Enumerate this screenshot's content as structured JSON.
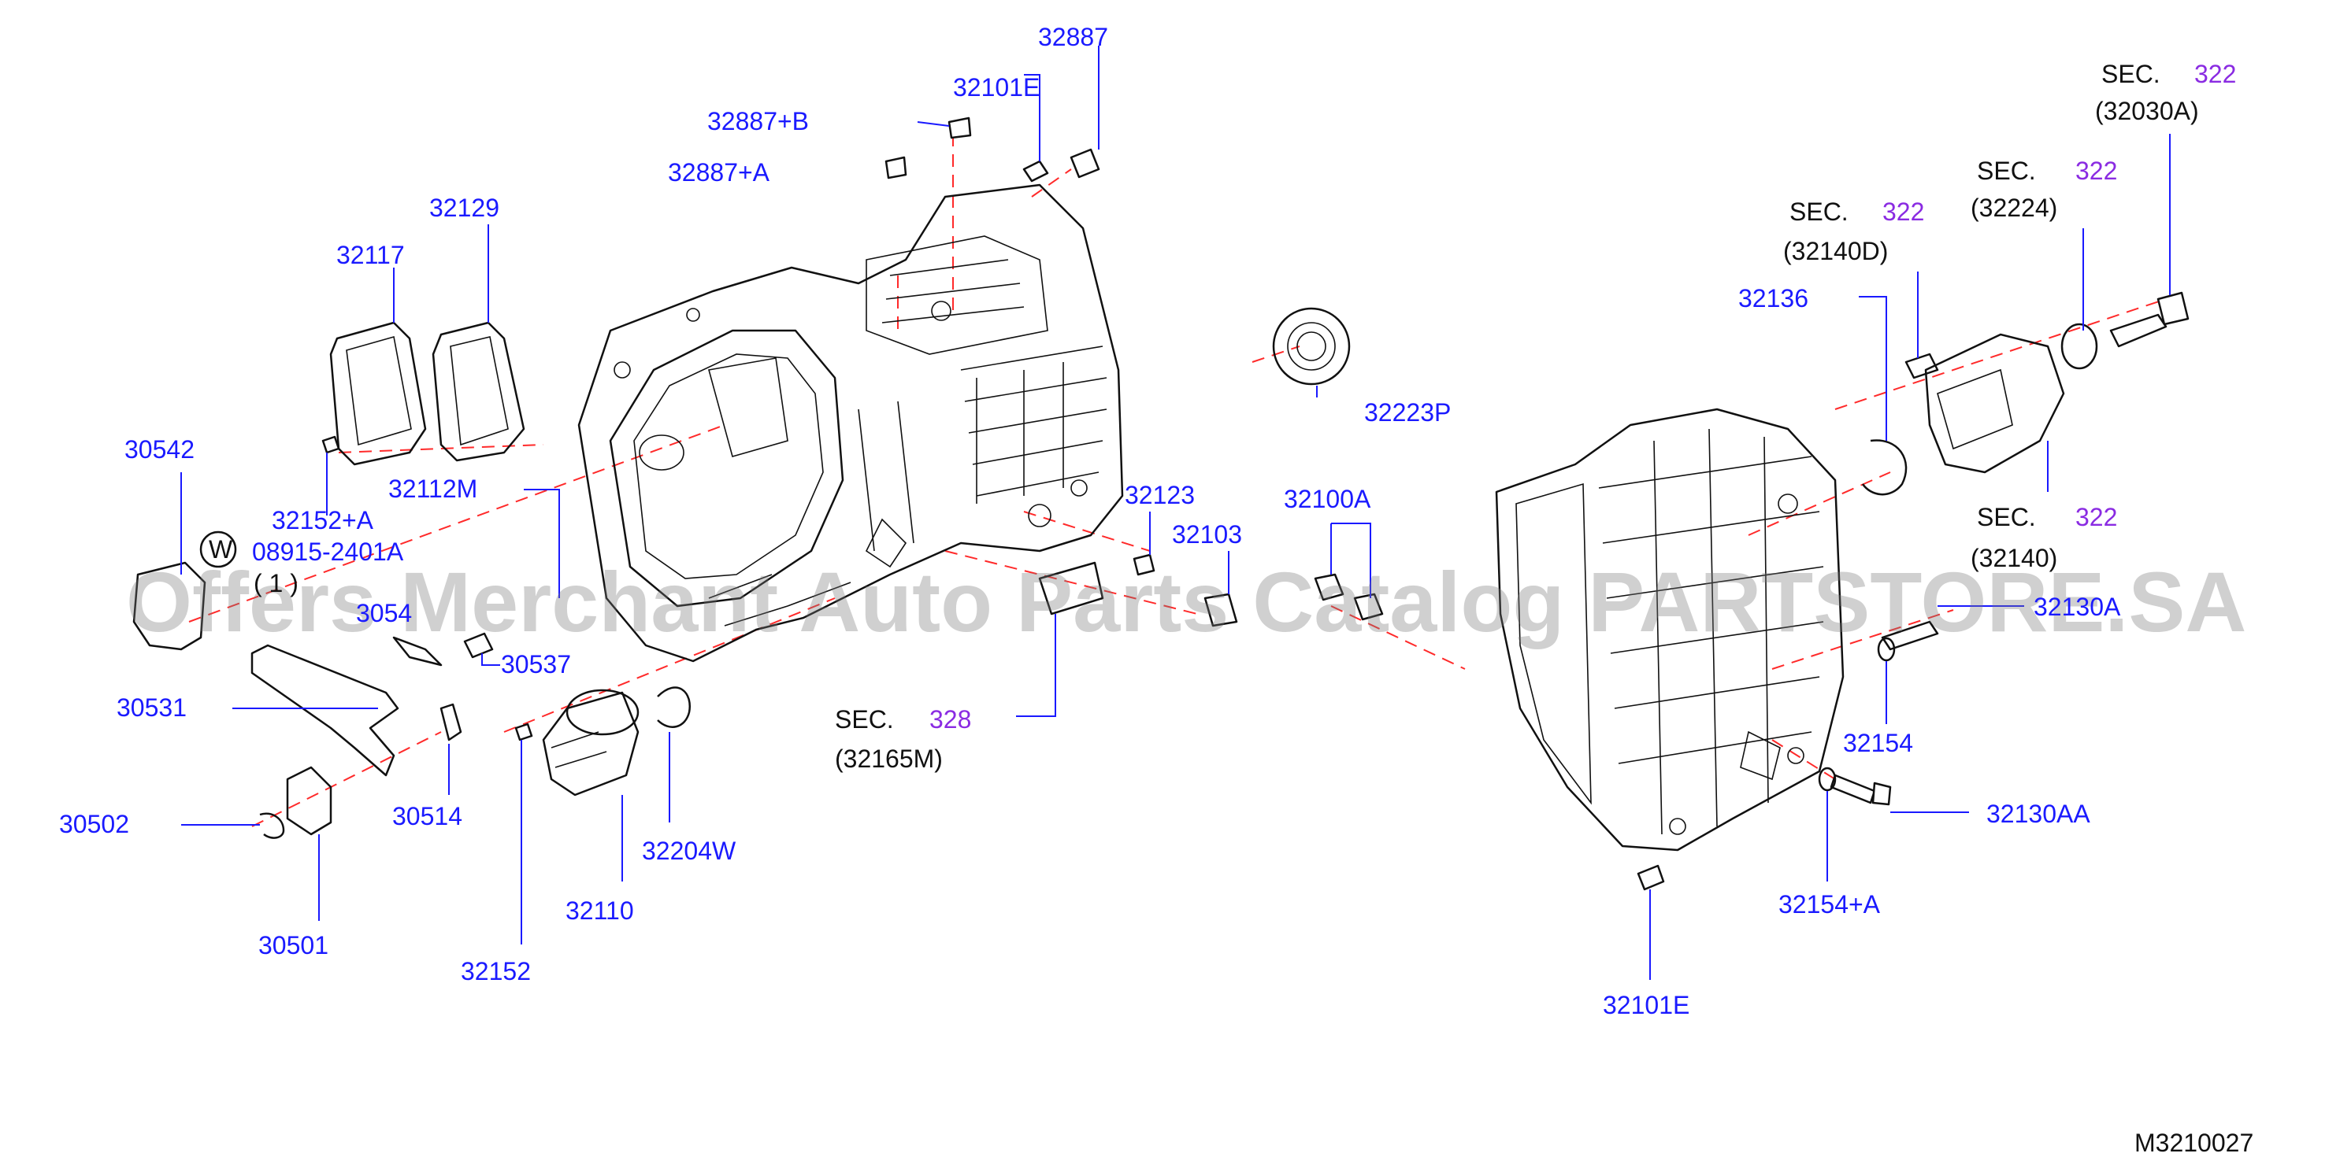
{
  "parts": {
    "p32887": "32887",
    "p32101E_top": "32101E",
    "p32887B": "32887+B",
    "p32887A": "32887+A",
    "p32129": "32129",
    "p32117": "32117",
    "p30542": "30542",
    "p32152A": "32152+A",
    "p32112M": "32112M",
    "p08915": "08915-2401A",
    "p08915_qty": "( 1 )",
    "w_symbol": "W",
    "p3054x": "3054",
    "p30537": "30537",
    "p30531": "30531",
    "p30502": "30502",
    "p30514": "30514",
    "p30501": "30501",
    "p32152": "32152",
    "p32110": "32110",
    "p32204W": "32204W",
    "p32223P": "32223P",
    "p32123": "32123",
    "p32103": "32103",
    "p32100A": "32100A",
    "p32136": "32136",
    "p32130A": "32130A",
    "p32154": "32154",
    "p32130AA": "32130AA",
    "p32154A": "32154+A",
    "p32101E_bottom": "32101E"
  },
  "sections": {
    "sec_word": "SEC.",
    "s1_num": "322",
    "s1_ref": "(32030A)",
    "s2_num": "322",
    "s2_ref": "(32224)",
    "s3_num": "322",
    "s3_ref": "(32140D)",
    "s4_num": "322",
    "s4_ref": "(32140)",
    "s5_num": "328",
    "s5_ref": "(32165M)"
  },
  "watermark": "Offers Merchant Auto Parts Catalog PARTSTORE.SA",
  "diagram_code": "M3210027",
  "colors": {
    "part_number": "#1a1aff",
    "section_number": "#8a2be2",
    "centerline": "#ff2a2a"
  }
}
